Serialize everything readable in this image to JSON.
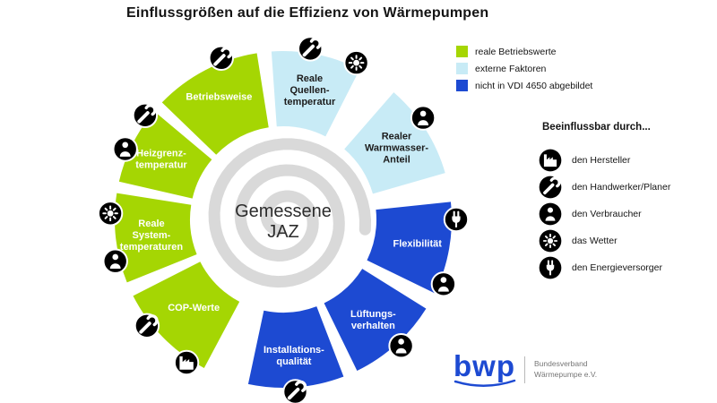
{
  "title": "Einflussgrößen auf die Effizienz von Wärmepumpen",
  "center": {
    "line1": "Gemessene",
    "line2": "JAZ"
  },
  "colors": {
    "green": "#a5d603",
    "light_blue": "#c8ebf6",
    "dark_blue": "#1d4ad2",
    "spiral": "#d9d9d9",
    "icon": "#000000",
    "label_on_light": "#1c1c1c",
    "label_on_dark": "#ffffff",
    "logo_blue": "#1d4ad2",
    "text": "#141414",
    "org_text": "#767676"
  },
  "legend": {
    "items": [
      {
        "label": "reale Betriebswerte",
        "color": "green"
      },
      {
        "label": "externe Faktoren",
        "color": "light_blue"
      },
      {
        "label": "nicht in VDI 4650 abgebildet",
        "color": "dark_blue"
      }
    ]
  },
  "influencers": {
    "heading": "Beeinflussbar durch...",
    "items": [
      {
        "icon": "factory-icon",
        "label": "den Hersteller"
      },
      {
        "icon": "wrench-icon",
        "label": "den Handwerker/Planer"
      },
      {
        "icon": "person-icon",
        "label": "den Verbraucher"
      },
      {
        "icon": "weather-icon",
        "label": "das Wetter"
      },
      {
        "icon": "plug-icon",
        "label": "den Energieversorger"
      }
    ]
  },
  "segments": [
    {
      "id": "betriebsweise",
      "label_lines": [
        "Betriebsweise"
      ],
      "color": "green",
      "start": -46,
      "end": -9,
      "label_r": 155,
      "icons": [
        {
          "icon": "wrench-icon",
          "angle": -21
        }
      ]
    },
    {
      "id": "quellentemperatur",
      "label_lines": [
        "Reale",
        "Quellen-",
        "temperatur"
      ],
      "color": "light_blue",
      "start": -4,
      "end": 27,
      "label_r": 148,
      "icons": [
        {
          "icon": "wrench-icon",
          "angle": 9
        },
        {
          "icon": "weather-icon",
          "angle": 25
        }
      ]
    },
    {
      "id": "warmwasser",
      "label_lines": [
        "Realer",
        "Warmwasser-",
        "Anteil"
      ],
      "color": "light_blue",
      "start": 41,
      "end": 74,
      "label_r": 150,
      "icons": [
        {
          "icon": "person-icon",
          "angle": 54
        }
      ]
    },
    {
      "id": "flexibilitaet",
      "label_lines": [
        "Flexibilität"
      ],
      "color": "dark_blue",
      "start": 84,
      "end": 116,
      "label_r": 152,
      "icons": [
        {
          "icon": "plug-icon",
          "angle": 90
        },
        {
          "icon": "person-icon",
          "angle": 112
        }
      ]
    },
    {
      "id": "lueftungsverhalten",
      "label_lines": [
        "Lüftungs-",
        "verhalten"
      ],
      "color": "dark_blue",
      "start": 122,
      "end": 154,
      "label_r": 150,
      "icons": [
        {
          "icon": "person-icon",
          "angle": 137
        }
      ]
    },
    {
      "id": "installationsqualitaet",
      "label_lines": [
        "Installations-",
        "qualität"
      ],
      "color": "dark_blue",
      "start": 159,
      "end": 192,
      "label_r": 152,
      "icons": [
        {
          "icon": "wrench-icon",
          "angle": 176
        }
      ]
    },
    {
      "id": "copwerte",
      "label_lines": [
        "COP-Werte"
      ],
      "color": "green",
      "start": -152,
      "end": -117,
      "label_r": 140,
      "icons": [
        {
          "icon": "wrench-icon",
          "angle": -128
        },
        {
          "icon": "factory-icon",
          "angle": -146
        }
      ]
    },
    {
      "id": "systemtemperaturen",
      "label_lines": [
        "Reale",
        "System-",
        "temperaturen"
      ],
      "color": "green",
      "start": -112,
      "end": -81,
      "label_r": 148,
      "icons": [
        {
          "icon": "weather-icon",
          "angle": -88
        },
        {
          "icon": "person-icon",
          "angle": -104
        }
      ]
    },
    {
      "id": "heizgrenztemperatur",
      "label_lines": [
        "Heizgrenz-",
        "temperatur"
      ],
      "color": "green",
      "start": -77,
      "end": -50,
      "label_r": 152,
      "icons": [
        {
          "icon": "wrench-icon",
          "angle": -53
        },
        {
          "icon": "person-icon",
          "angle": -66
        }
      ]
    }
  ],
  "logo": {
    "brand": "bwp",
    "org_line1": "Bundesverband",
    "org_line2": "Wärmepumpe e.V."
  }
}
